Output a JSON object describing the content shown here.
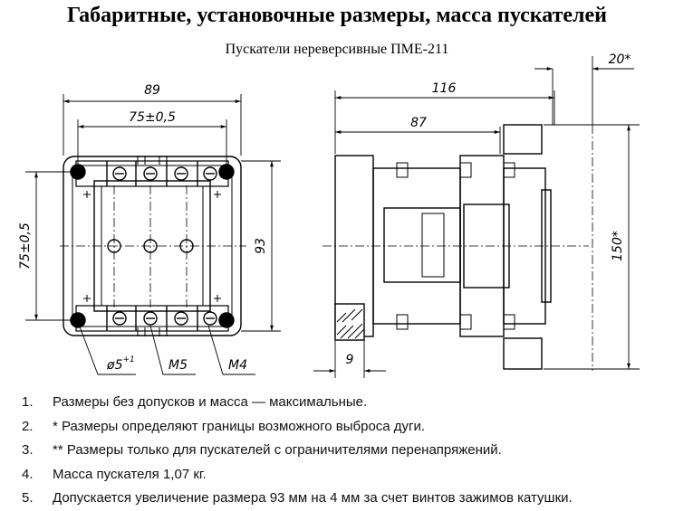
{
  "header": {
    "title": "Габаритные, установочные размеры, масса пускателей",
    "subtitle": "Пускатели нереверсивные ПМЕ-211"
  },
  "front_view": {
    "width": "89",
    "mount_width": "75±0,5",
    "mount_height": "75±0,5",
    "height": "93",
    "hole": "ø5",
    "hole_sup": "+1",
    "thread_main": "M5",
    "thread_coil": "M4"
  },
  "side_view": {
    "arc_zone": "20*",
    "total_depth": "116",
    "body_depth": "87",
    "arc_height": "150*",
    "rail": "9"
  },
  "notes": [
    {
      "num": "1.",
      "text": "Размеры без допусков и масса — максимальные."
    },
    {
      "num": "2.",
      "text": "* Размеры определяют границы возможного выброса дуги."
    },
    {
      "num": "3.",
      "text": "** Размеры только для  пускателей  с ограничителями перенапряжений."
    },
    {
      "num": "4.",
      "text": "Масса пускателя   1,07 кг."
    },
    {
      "num": "5.",
      "text": "Допускается увеличение размера 93 мм на 4 мм за счет винтов зажимов катушки."
    }
  ]
}
